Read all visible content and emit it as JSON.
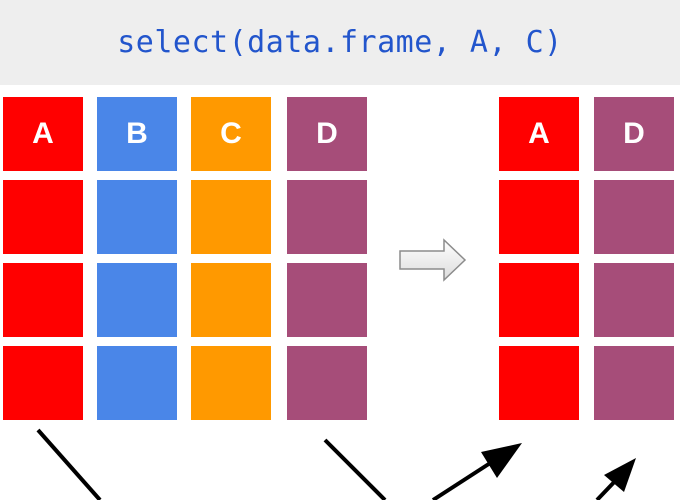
{
  "code": {
    "text": "select(data.frame, A, C)"
  },
  "colors": {
    "A": "#ff0000",
    "B": "#4a86e8",
    "C": "#ff9900",
    "D": "#a64d79",
    "banner_bg": "#eeeeee",
    "code_color": "#2255cc"
  },
  "input_table": {
    "columns": [
      {
        "label": "A",
        "color": "#ff0000"
      },
      {
        "label": "B",
        "color": "#4a86e8"
      },
      {
        "label": "C",
        "color": "#ff9900"
      },
      {
        "label": "D",
        "color": "#a64d79"
      }
    ],
    "rows": 3
  },
  "output_table": {
    "columns": [
      {
        "label": "A",
        "color": "#ff0000"
      },
      {
        "label": "D",
        "color": "#a64d79"
      }
    ],
    "rows": 3
  },
  "icons": {
    "transform_arrow": "arrow-right-icon"
  }
}
